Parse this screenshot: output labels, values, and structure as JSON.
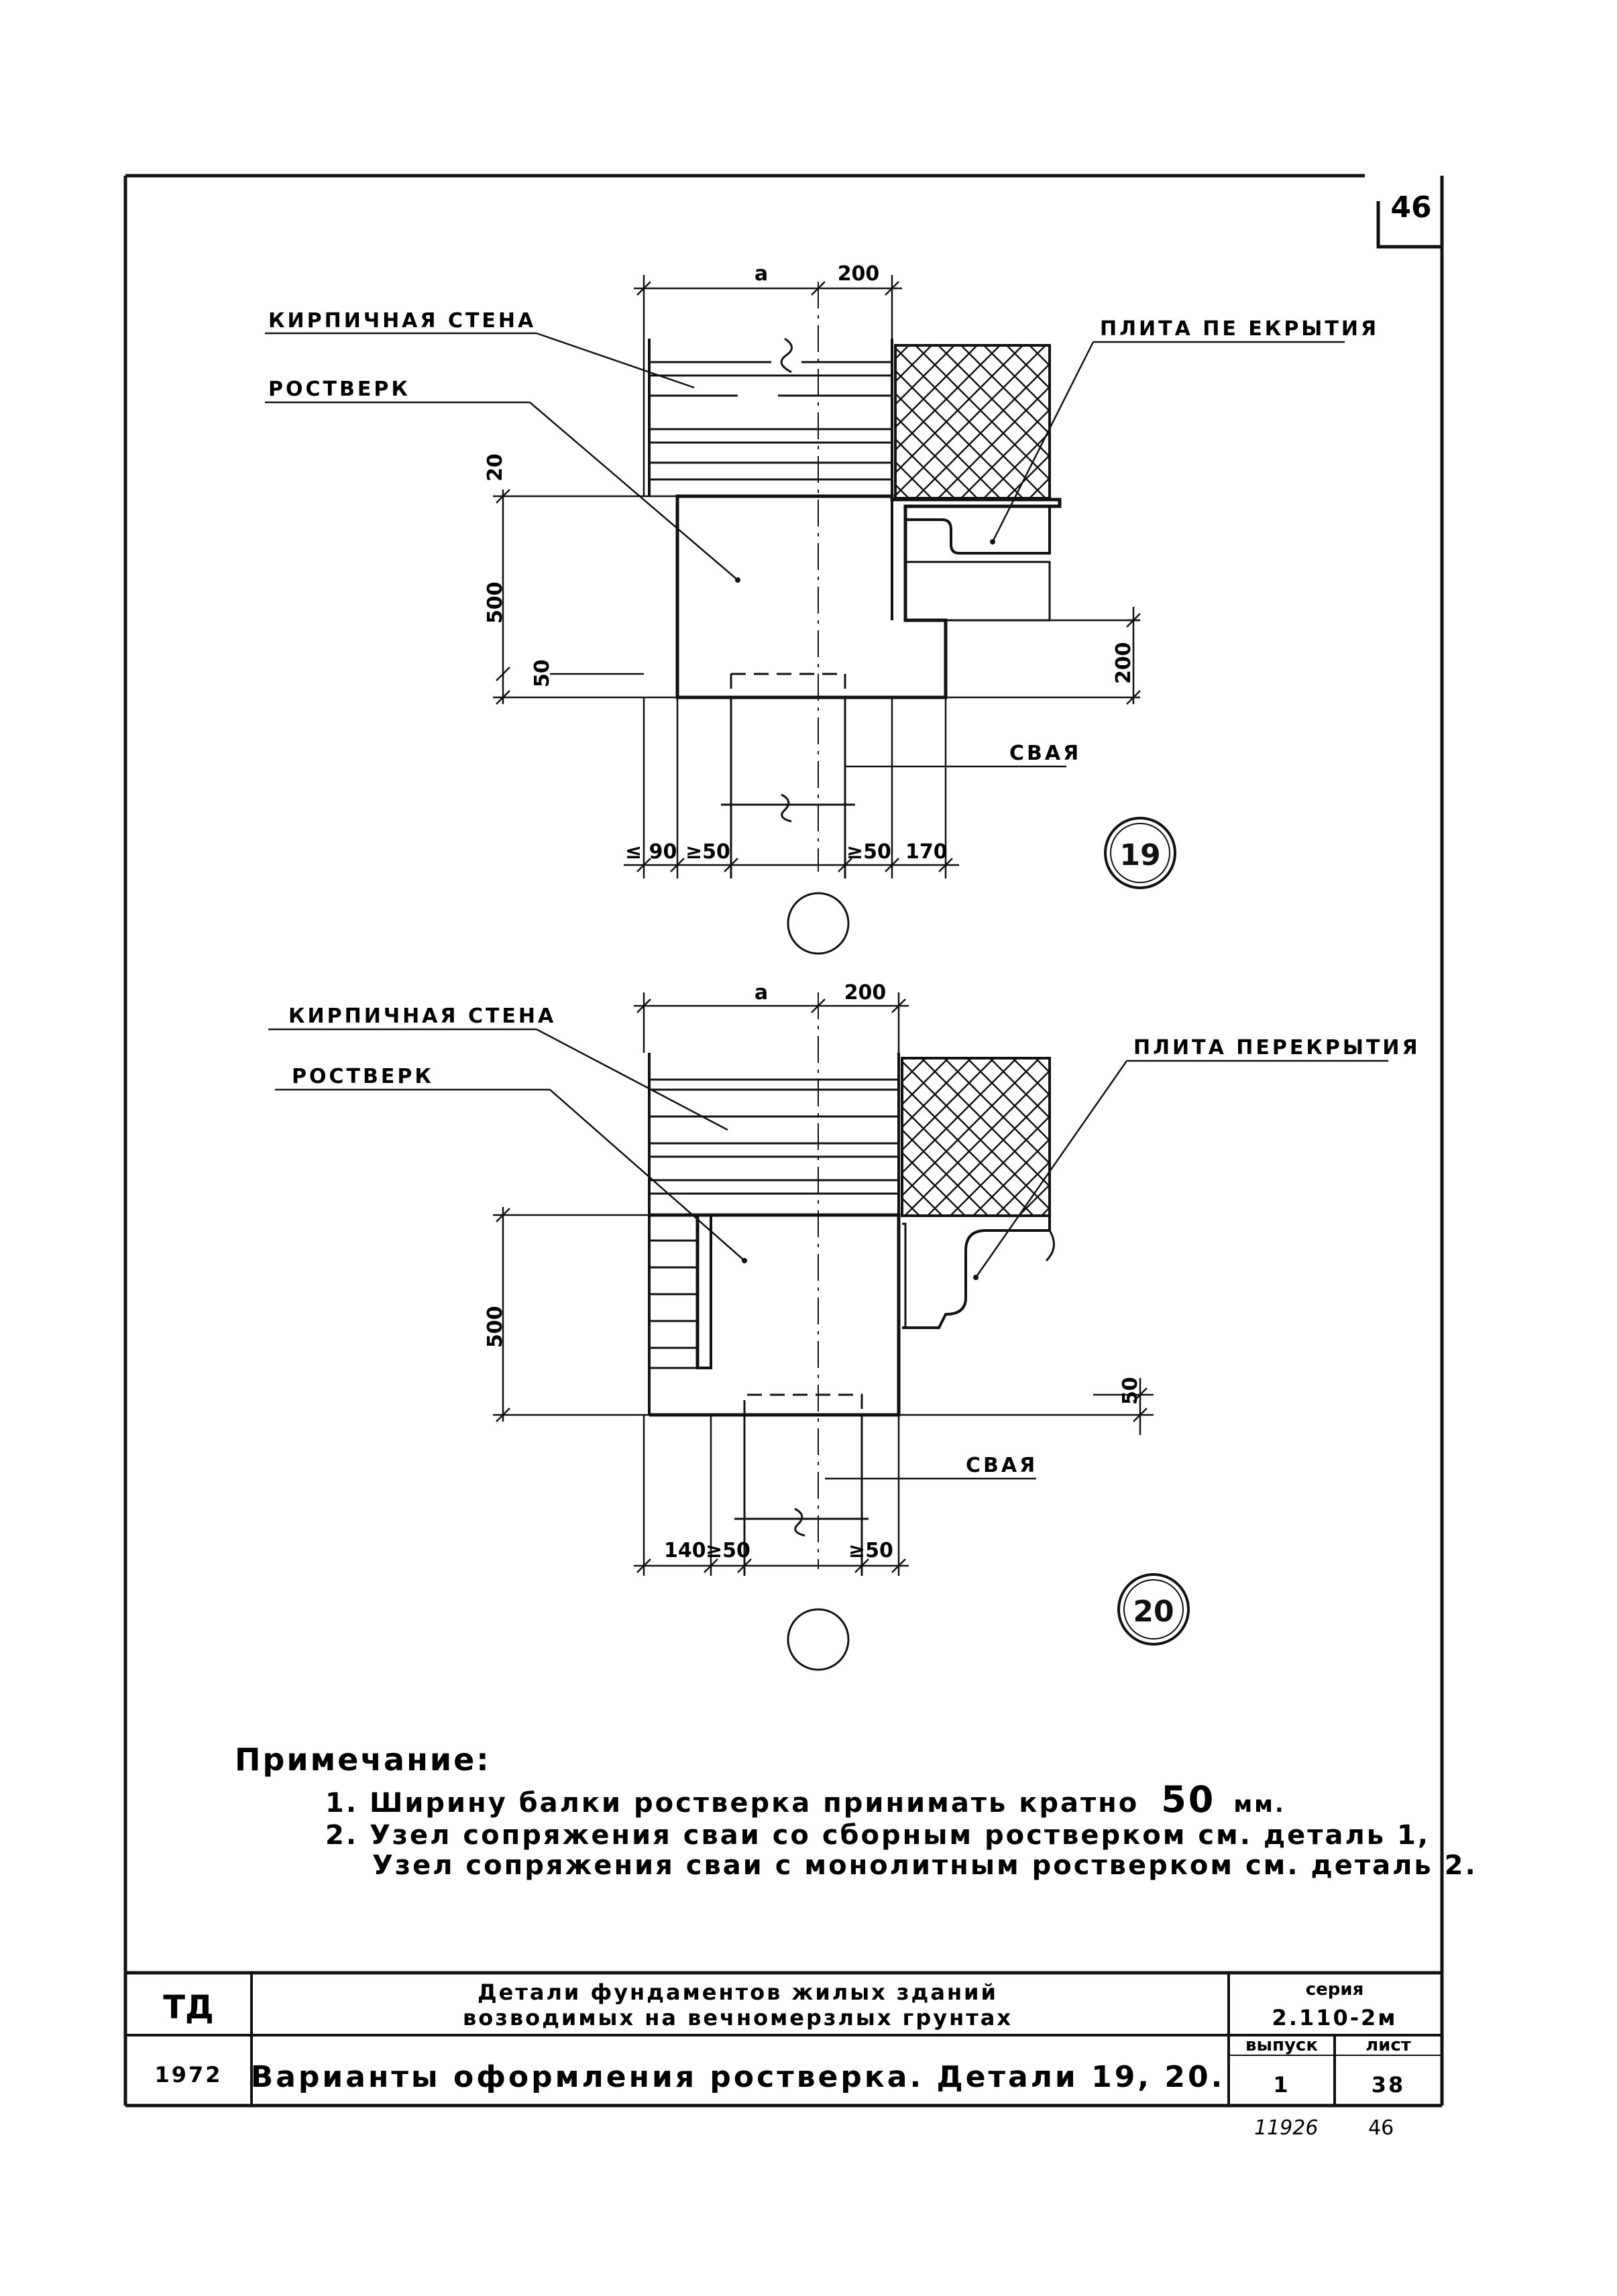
{
  "sheet": {
    "page_corner_number": "46"
  },
  "detail19": {
    "label_wall": "КИРПИЧНАЯ СТЕНА",
    "label_grillage": "РОСТВЕРК",
    "label_slab": "ПЛИТА ПЕ ЕКРЫТИЯ",
    "label_pile": "СВАЯ",
    "dim_a": "a",
    "dim_200_top": "200",
    "dim_20": "20",
    "dim_500": "500",
    "dim_50_left": "50",
    "dim_200_right": "200",
    "dim_90": "≤ 90",
    "dim_ge50_left": "≥50",
    "dim_ge50_right": "≥50",
    "dim_170": "170",
    "number": "19"
  },
  "detail20": {
    "label_wall": "КИРПИЧНАЯ СТЕНА",
    "label_grillage": "РОСТВЕРК",
    "label_slab": "ПЛИТА ПЕРЕКРЫТИЯ",
    "label_pile": "СВАЯ",
    "dim_a": "a",
    "dim_200_top": "200",
    "dim_500": "500",
    "dim_50_right": "50",
    "dim_140": "140",
    "dim_ge50_left": "≥50",
    "dim_ge50_right": "≥50",
    "number": "20"
  },
  "notes": {
    "heading": "Примечание:",
    "line1_prefix": "1. Ширину балки ростверка принимать кратно",
    "line1_value": "50",
    "line1_unit": "мм.",
    "line2": "2. Узел сопряжения сваи со сборным ростверком см. деталь 1,",
    "line3": "Узел сопряжения сваи с монолитным ростверком см. деталь 2."
  },
  "title_block": {
    "org": "ТД",
    "year": "1972",
    "title_line1": "Детали фундаментов жилых зданий",
    "title_line2": "возводимых на вечномерзлых грунтах",
    "sheet_title": "Варианты оформления ростверка. Детали 19, 20.",
    "series_label": "серия",
    "series_value": "2.110-2м",
    "issue_label": "выпуск",
    "issue_value": "1",
    "sheet_label": "лист",
    "sheet_value": "38"
  },
  "footer": {
    "left_code": "11926",
    "right_number": "46"
  }
}
